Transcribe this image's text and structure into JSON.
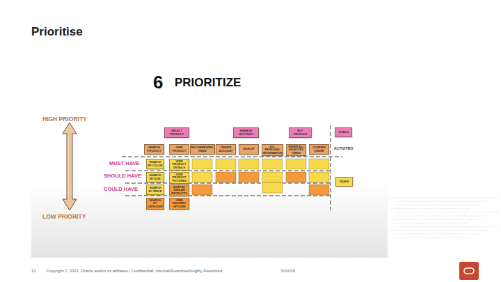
{
  "diagram": {
    "title": "Prioritise",
    "nodes": [
      {
        "text": [
          "SELECT PRODUCT"
        ]
      },
      {
        "text": [
          "MANAGE ACCOUNT"
        ]
      },
      {
        "text": [
          "BUY PRODUCT"
        ]
      },
      {
        "text": [
          "GOALS"
        ]
      },
      {
        "text": [
          "SEARCH PRODUCT"
        ]
      },
      {
        "text": [
          "VIEW PRODUCT"
        ]
      },
      {
        "text": [
          "RECOMMENDED ITEMS"
        ]
      },
      {
        "text": [
          "CREATE ACCOUNT"
        ]
      },
      {
        "text": [
          "SIGN UP"
        ]
      },
      {
        "text": [
          "ALL PERSONAL INFORMATION"
        ]
      },
      {
        "text": [
          "ORDER ALL SELECTED ITEMS"
        ]
      },
      {
        "text": [
          "CONFIRM ORDER"
        ]
      },
      {
        "text": [
          "SEARCH BY COLOR"
        ]
      },
      {
        "text": [
          "VIEW PRODUCT DETAILS"
        ]
      },
      {
        "text": [
          "SEARCH BY SIZE"
        ]
      },
      {
        "text": [
          "VIEW PRODUCT PICTURES"
        ]
      },
      {
        "text": [
          "TASKS"
        ]
      },
      {
        "text": [
          "SEARCH BY PRICE"
        ]
      },
      {
        "text": [
          "DISPLAY SIMILAR PRODUCTS"
        ]
      },
      {
        "text": [
          "SEARCH BY CATEGORY"
        ]
      },
      {
        "text": [
          "VIEW DELIVERY OPTIONS"
        ]
      }
    ],
    "labels": [
      "6",
      "PRIORITIZE",
      "HIGH PRIORITY",
      "MUST HAVE",
      "SHOULD HAVE",
      "COULD HAVE",
      "ACTIVITIES",
      "LOW PRIORITY",
      "12",
      "Copyright © 2021, Oracle and/or its affiliates | Confidential: Internal/Restricted/Highly Restricted",
      "5/10/25"
    ]
  }
}
